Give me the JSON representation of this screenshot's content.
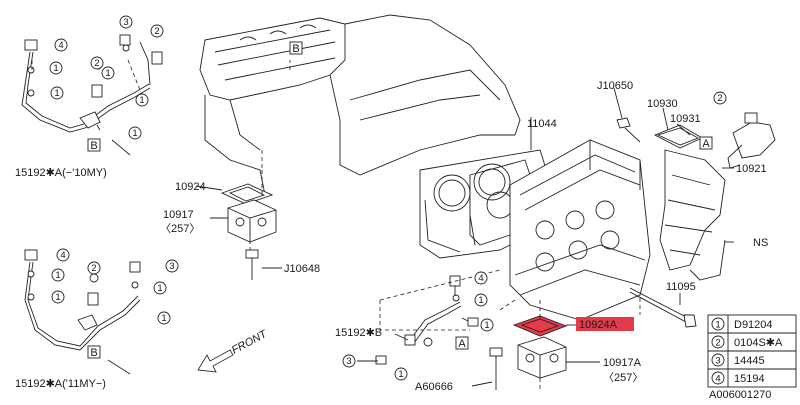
{
  "diagram_id": "A006001270",
  "front_label": "FRONT",
  "highlight_color": "#e43b4a",
  "labels": {
    "p15192a_10": "15192✱A(−'10MY)",
    "p15192a_11": "15192✱A('11MY−)",
    "p15192b": "15192✱B",
    "p10924": "10924",
    "p10924a": "10924A",
    "p10917": "10917",
    "p10917_sub": "〈257〉",
    "p10917a": "10917A",
    "p10917a_sub": "〈257〉",
    "pj10648": "J10648",
    "pj10650": "J10650",
    "p10930": "10930",
    "p10931": "10931",
    "p10921": "10921",
    "p11044": "11044",
    "pns": "NS",
    "p11095": "11095",
    "pa60666": "A60666"
  },
  "callout_letters": {
    "a": "A",
    "b": "B"
  },
  "callout_numbers": {
    "n1": "1",
    "n2": "2",
    "n3": "3",
    "n4": "4"
  },
  "legend": [
    {
      "num": "1",
      "code": "D91204"
    },
    {
      "num": "2",
      "code": "0104S✱A"
    },
    {
      "num": "3",
      "code": "14445"
    },
    {
      "num": "4",
      "code": "15194"
    }
  ]
}
